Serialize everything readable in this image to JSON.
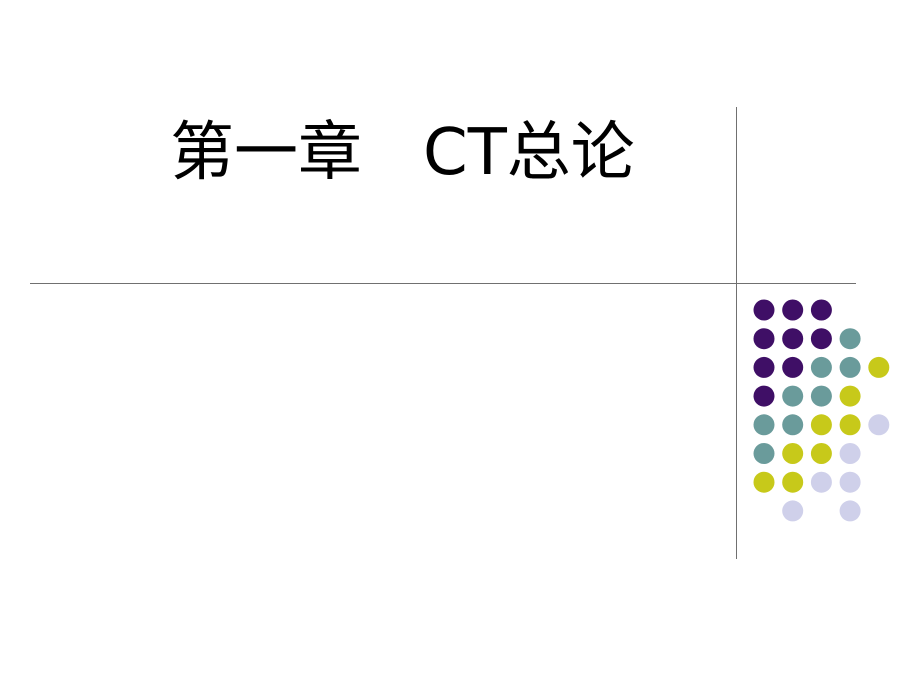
{
  "slide": {
    "title": "第一章   CT总论"
  },
  "decoration": {
    "name": "dot-grid",
    "colors": {
      "purple": "#3f0f66",
      "teal": "#6a9b9b",
      "lime": "#c7c91a",
      "lavender": "#cfd0ea"
    },
    "rows": [
      [
        "purple",
        "purple",
        "purple",
        "",
        ""
      ],
      [
        "purple",
        "purple",
        "purple",
        "teal",
        ""
      ],
      [
        "purple",
        "purple",
        "teal",
        "teal",
        "lime"
      ],
      [
        "purple",
        "teal",
        "teal",
        "lime",
        ""
      ],
      [
        "teal",
        "teal",
        "lime",
        "lime",
        "lavender"
      ],
      [
        "teal",
        "lime",
        "lime",
        "lavender",
        ""
      ],
      [
        "lime",
        "lime",
        "lavender",
        "lavender",
        ""
      ],
      [
        "",
        "lavender",
        "",
        "lavender",
        ""
      ]
    ]
  }
}
